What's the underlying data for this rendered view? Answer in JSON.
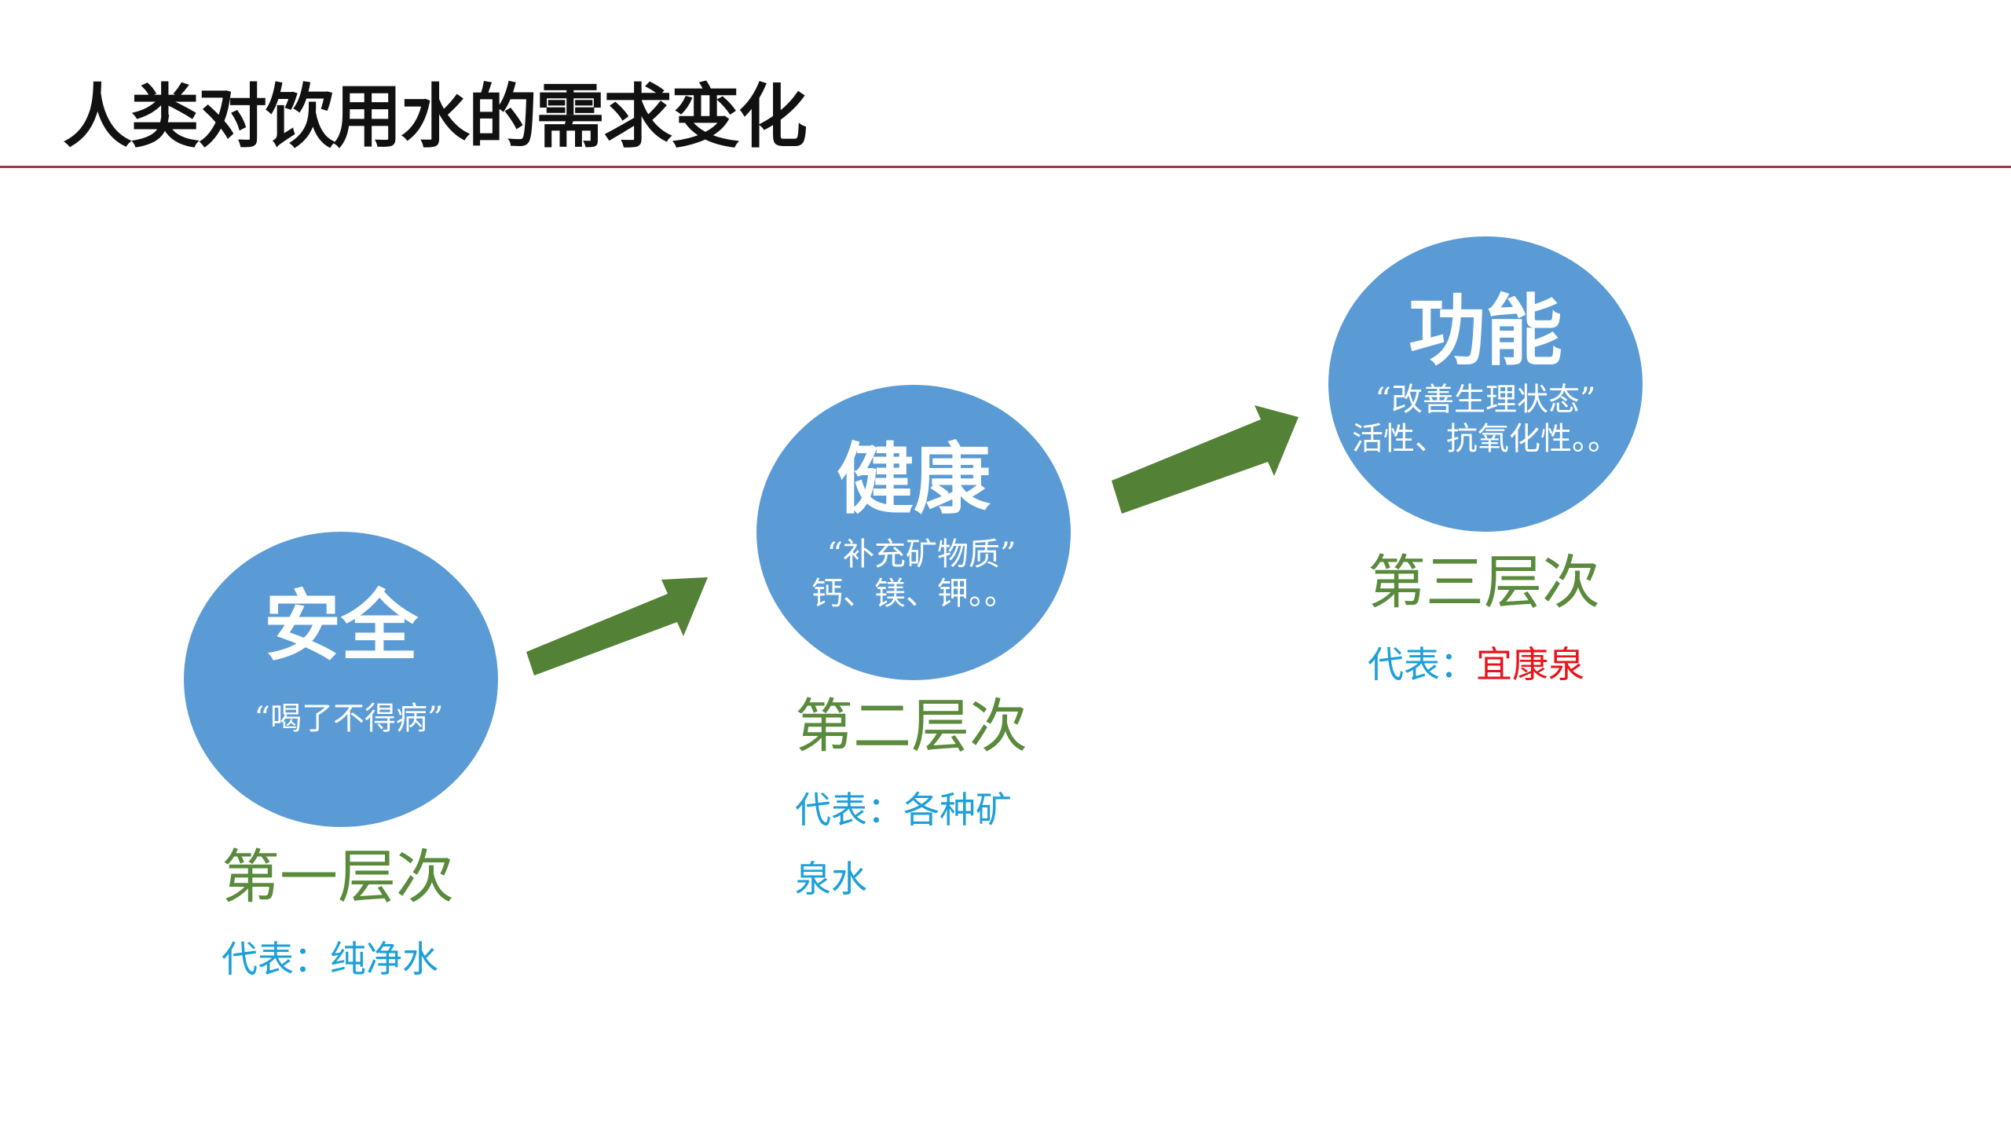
{
  "title": "人类对饮用水的需求变化",
  "colors": {
    "circle": "#5b9bd5",
    "arrow": "#538135",
    "level_text": "#5a8a3c",
    "rep_text": "#1e9fd8",
    "highlight": "#e8141b",
    "rule": "#9e3d3d"
  },
  "levels": [
    {
      "circle_title": "安全",
      "circle_lines": [
        "“喝了不得病”"
      ],
      "level": "第一层次",
      "rep_label": "代表：",
      "rep_value": "纯净水"
    },
    {
      "circle_title": "健康",
      "circle_lines": [
        "“补充矿物质”",
        "钙、镁、钾。。"
      ],
      "level": "第二层次",
      "rep_label": "代表：",
      "rep_value": "各种矿",
      "rep_value_2": "泉水"
    },
    {
      "circle_title": "功能",
      "circle_lines": [
        "“改善生理状态”",
        "活性、抗氧化性。。"
      ],
      "level": "第三层次",
      "rep_label": "代表：",
      "rep_value": "宜康泉"
    }
  ]
}
